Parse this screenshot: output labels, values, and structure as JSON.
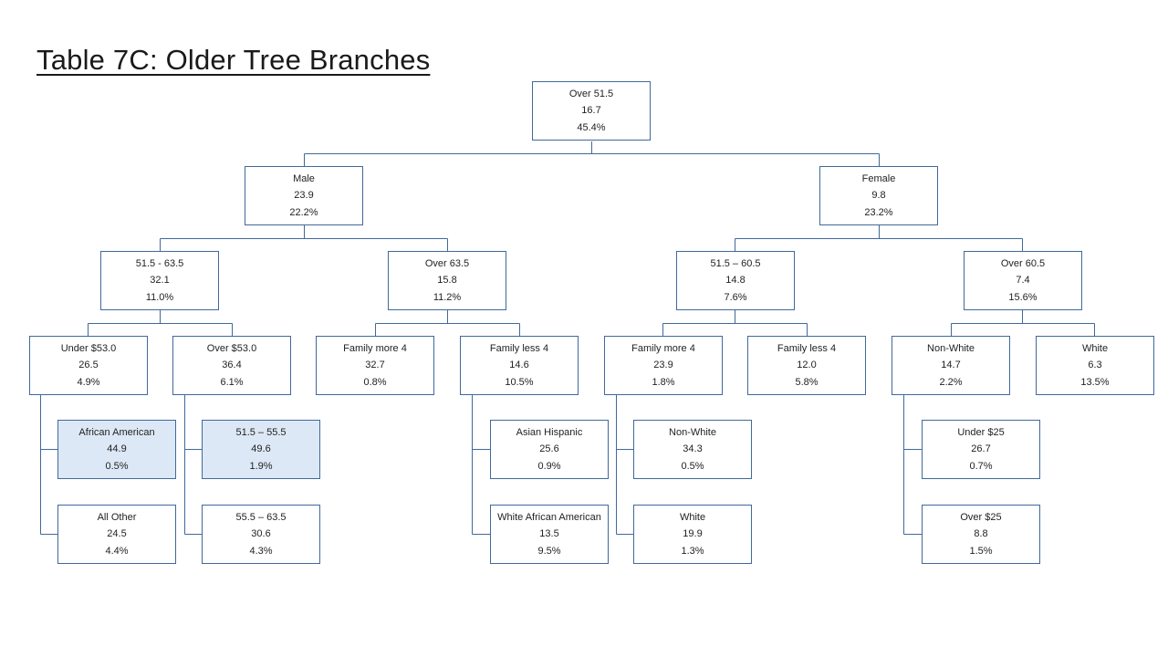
{
  "title": "Table 7C:  Older Tree Branches",
  "colors": {
    "box_border": "#41699a",
    "highlight_fill": "#dde8f6",
    "connector": "#41699a"
  },
  "nodes": {
    "root": {
      "label": "Over 51.5",
      "value": "16.7",
      "percent": "45.4%"
    },
    "male": {
      "label": "Male",
      "value": "23.9",
      "percent": "22.2%"
    },
    "female": {
      "label": "Female",
      "value": "9.8",
      "percent": "23.2%"
    },
    "male_51_63": {
      "label": "51.5 - 63.5",
      "value": "32.1",
      "percent": "11.0%"
    },
    "male_over63": {
      "label": "Over 63.5",
      "value": "15.8",
      "percent": "11.2%"
    },
    "female_51_60": {
      "label": "51.5 – 60.5",
      "value": "14.8",
      "percent": "7.6%"
    },
    "female_over60": {
      "label": "Over 60.5",
      "value": "7.4",
      "percent": "15.6%"
    },
    "under53": {
      "label": "Under $53.0",
      "value": "26.5",
      "percent": "4.9%"
    },
    "over53": {
      "label": "Over $53.0",
      "value": "36.4",
      "percent": "6.1%"
    },
    "m_family_more4": {
      "label": "Family more 4",
      "value": "32.7",
      "percent": "0.8%"
    },
    "m_family_less4": {
      "label": "Family less 4",
      "value": "14.6",
      "percent": "10.5%"
    },
    "f_family_more4": {
      "label": "Family more 4",
      "value": "23.9",
      "percent": "1.8%"
    },
    "f_family_less4": {
      "label": "Family less 4",
      "value": "12.0",
      "percent": "5.8%"
    },
    "f_nonwhite": {
      "label": "Non-White",
      "value": "14.7",
      "percent": "2.2%"
    },
    "f_white": {
      "label": "White",
      "value": "6.3",
      "percent": "13.5%"
    },
    "african_american": {
      "label": "African American",
      "value": "44.9",
      "percent": "0.5%"
    },
    "all_other": {
      "label": "All Other",
      "value": "24.5",
      "percent": "4.4%"
    },
    "age_51_55": {
      "label": "51.5 – 55.5",
      "value": "49.6",
      "percent": "1.9%"
    },
    "age_55_63": {
      "label": "55.5 – 63.5",
      "value": "30.6",
      "percent": "4.3%"
    },
    "asian_hispanic": {
      "label": "Asian Hispanic",
      "value": "25.6",
      "percent": "0.9%"
    },
    "white_african_american": {
      "label": "White African American",
      "value": "13.5",
      "percent": "9.5%"
    },
    "ff_nonwhite": {
      "label": "Non-White",
      "value": "34.3",
      "percent": "0.5%"
    },
    "ff_white": {
      "label": "White",
      "value": "19.9",
      "percent": "1.3%"
    },
    "under25": {
      "label": "Under $25",
      "value": "26.7",
      "percent": "0.7%"
    },
    "over25": {
      "label": "Over $25",
      "value": "8.8",
      "percent": "1.5%"
    }
  }
}
